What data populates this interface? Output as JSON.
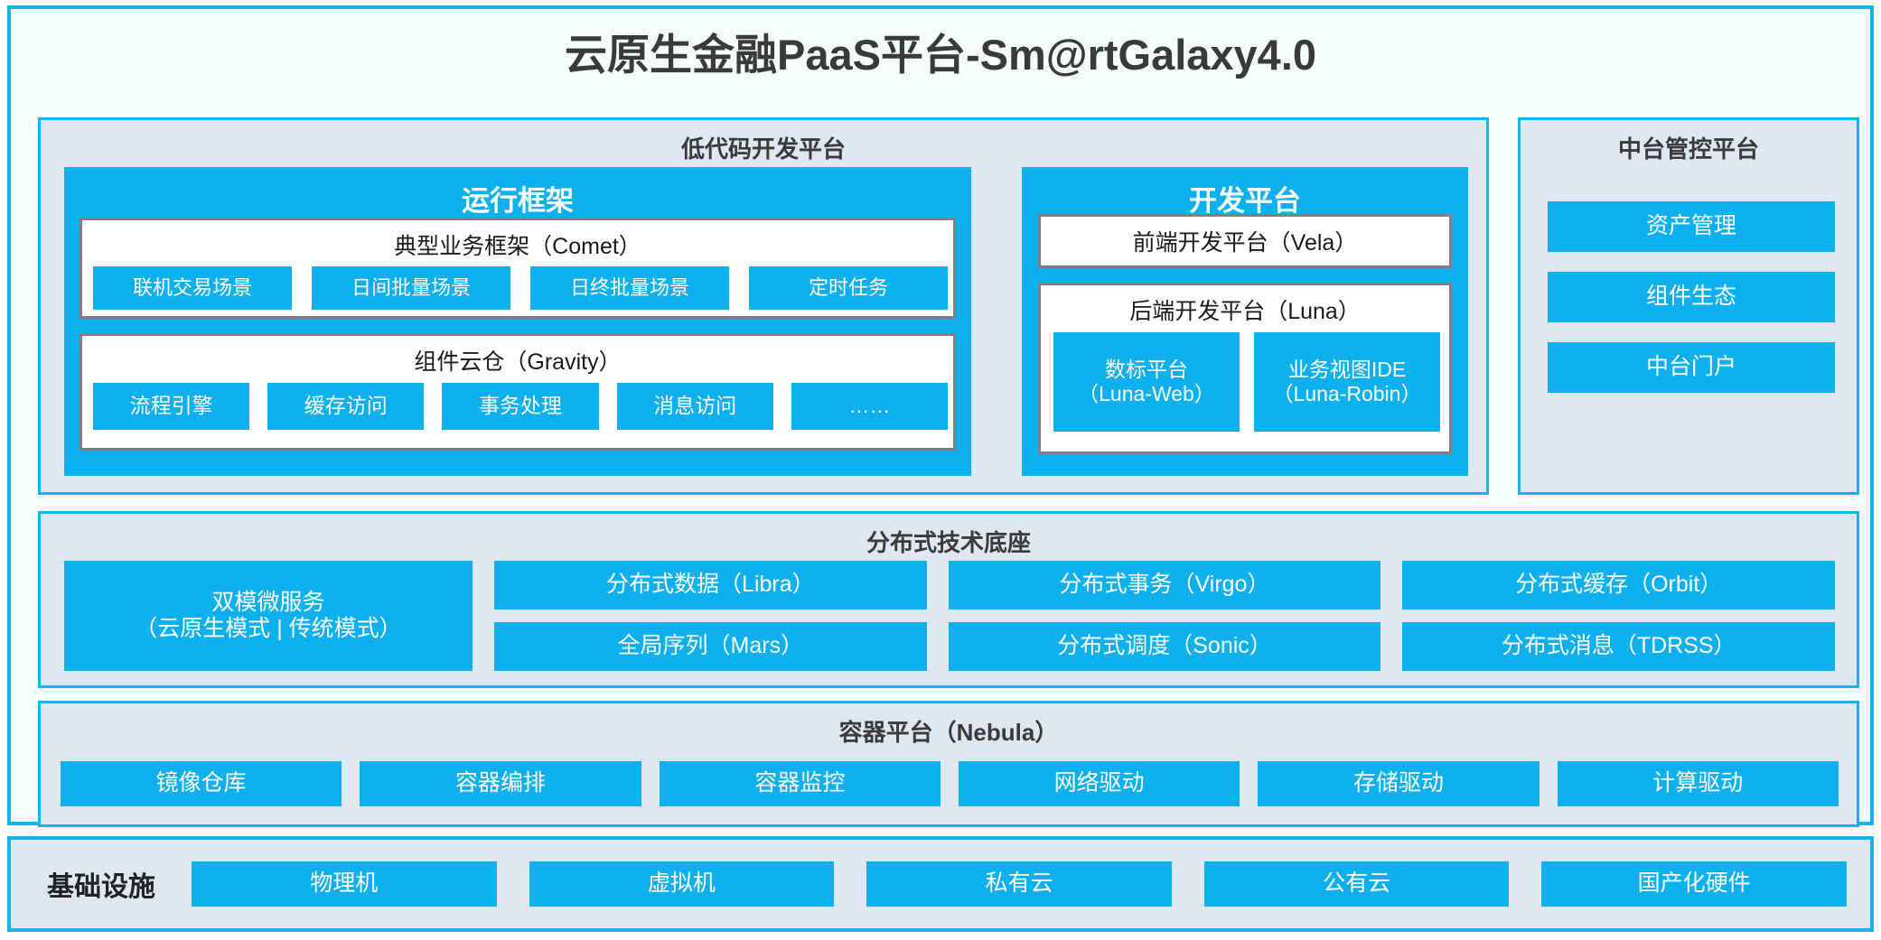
{
  "app": {
    "title": "云原生金融PaaS平台-Sm@rtGalaxy4.0",
    "accent": "#0cb0ef",
    "border": "#17b3ef",
    "panel_bg": "#dfe7f1",
    "canvas_bg": "#f5fdfd"
  },
  "lowcode": {
    "title": "低代码开发平台",
    "runtime": {
      "title": "运行框架",
      "comet": {
        "title": "典型业务框架（Comet）",
        "items": [
          "联机交易场景",
          "日间批量场景",
          "日终批量场景",
          "定时任务"
        ]
      },
      "gravity": {
        "title": "组件云仓（Gravity）",
        "items": [
          "流程引擎",
          "缓存访问",
          "事务处理",
          "消息访问",
          "……"
        ]
      }
    },
    "devplatform": {
      "title": "开发平台",
      "frontend": "前端开发平台（Vela）",
      "backend": {
        "title": "后端开发平台（Luna）",
        "items": [
          {
            "name": "数标平台",
            "code": "（Luna-Web）"
          },
          {
            "name": "业务视图IDE",
            "code": "（Luna-Robin）"
          }
        ]
      }
    }
  },
  "midplatform": {
    "title": "中台管控平台",
    "items": [
      "资产管理",
      "组件生态",
      "中台门户"
    ]
  },
  "distbase": {
    "title": "分布式技术底座",
    "dualmode": {
      "line1": "双模微服务",
      "line2": "（云原生模式 | 传统模式）"
    },
    "columns": [
      [
        "分布式数据（Libra）",
        "全局序列（Mars）"
      ],
      [
        "分布式事务（Virgo）",
        "分布式调度（Sonic）"
      ],
      [
        "分布式缓存（Orbit）",
        "分布式消息（TDRSS）"
      ]
    ]
  },
  "container": {
    "title": "容器平台（Nebula）",
    "items": [
      "镜像仓库",
      "容器编排",
      "容器监控",
      "网络驱动",
      "存储驱动",
      "计算驱动"
    ]
  },
  "infrastructure": {
    "label": "基础设施",
    "items": [
      "物理机",
      "虚拟机",
      "私有云",
      "公有云",
      "国产化硬件"
    ]
  }
}
